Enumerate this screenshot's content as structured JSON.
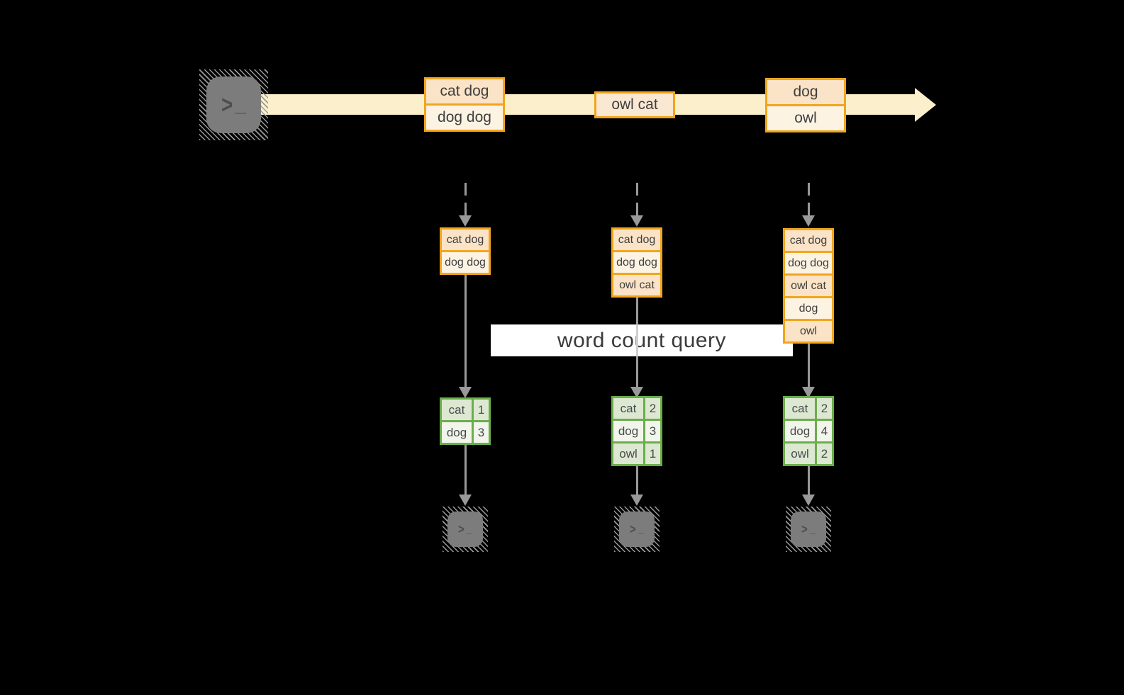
{
  "query": {
    "label": "word count query"
  },
  "icons": {
    "terminal": "terminal-icon",
    "prompt_chevron": ">",
    "prompt_underscore": "_"
  },
  "colors": {
    "stream_band": "#FBF0CB",
    "event_border": "#F2A51C",
    "event_fill_peach": "#FAE3C6",
    "event_fill_cream": "#FDF3E3",
    "table_border": "#6BAD4B",
    "table_fill_sage": "#DDE8D3",
    "table_fill_light": "#F1F5EC",
    "arrow_gray": "#999999",
    "terminal_gray": "#7C7C7C"
  },
  "stream": {
    "events": [
      {
        "lines": [
          "cat dog",
          "dog dog"
        ]
      },
      {
        "lines": [
          "owl cat"
        ]
      },
      {
        "lines": [
          "dog",
          "owl"
        ]
      }
    ]
  },
  "columns": [
    {
      "buffer": [
        "cat dog",
        "dog dog"
      ],
      "counts": [
        [
          "cat",
          "1"
        ],
        [
          "dog",
          "3"
        ]
      ]
    },
    {
      "buffer": [
        "cat dog",
        "dog dog",
        "owl cat"
      ],
      "counts": [
        [
          "cat",
          "2"
        ],
        [
          "dog",
          "3"
        ],
        [
          "owl",
          "1"
        ]
      ]
    },
    {
      "buffer": [
        "cat dog",
        "dog dog",
        "owl cat",
        "dog",
        "owl"
      ],
      "counts": [
        [
          "cat",
          "2"
        ],
        [
          "dog",
          "4"
        ],
        [
          "owl",
          "2"
        ]
      ]
    }
  ]
}
